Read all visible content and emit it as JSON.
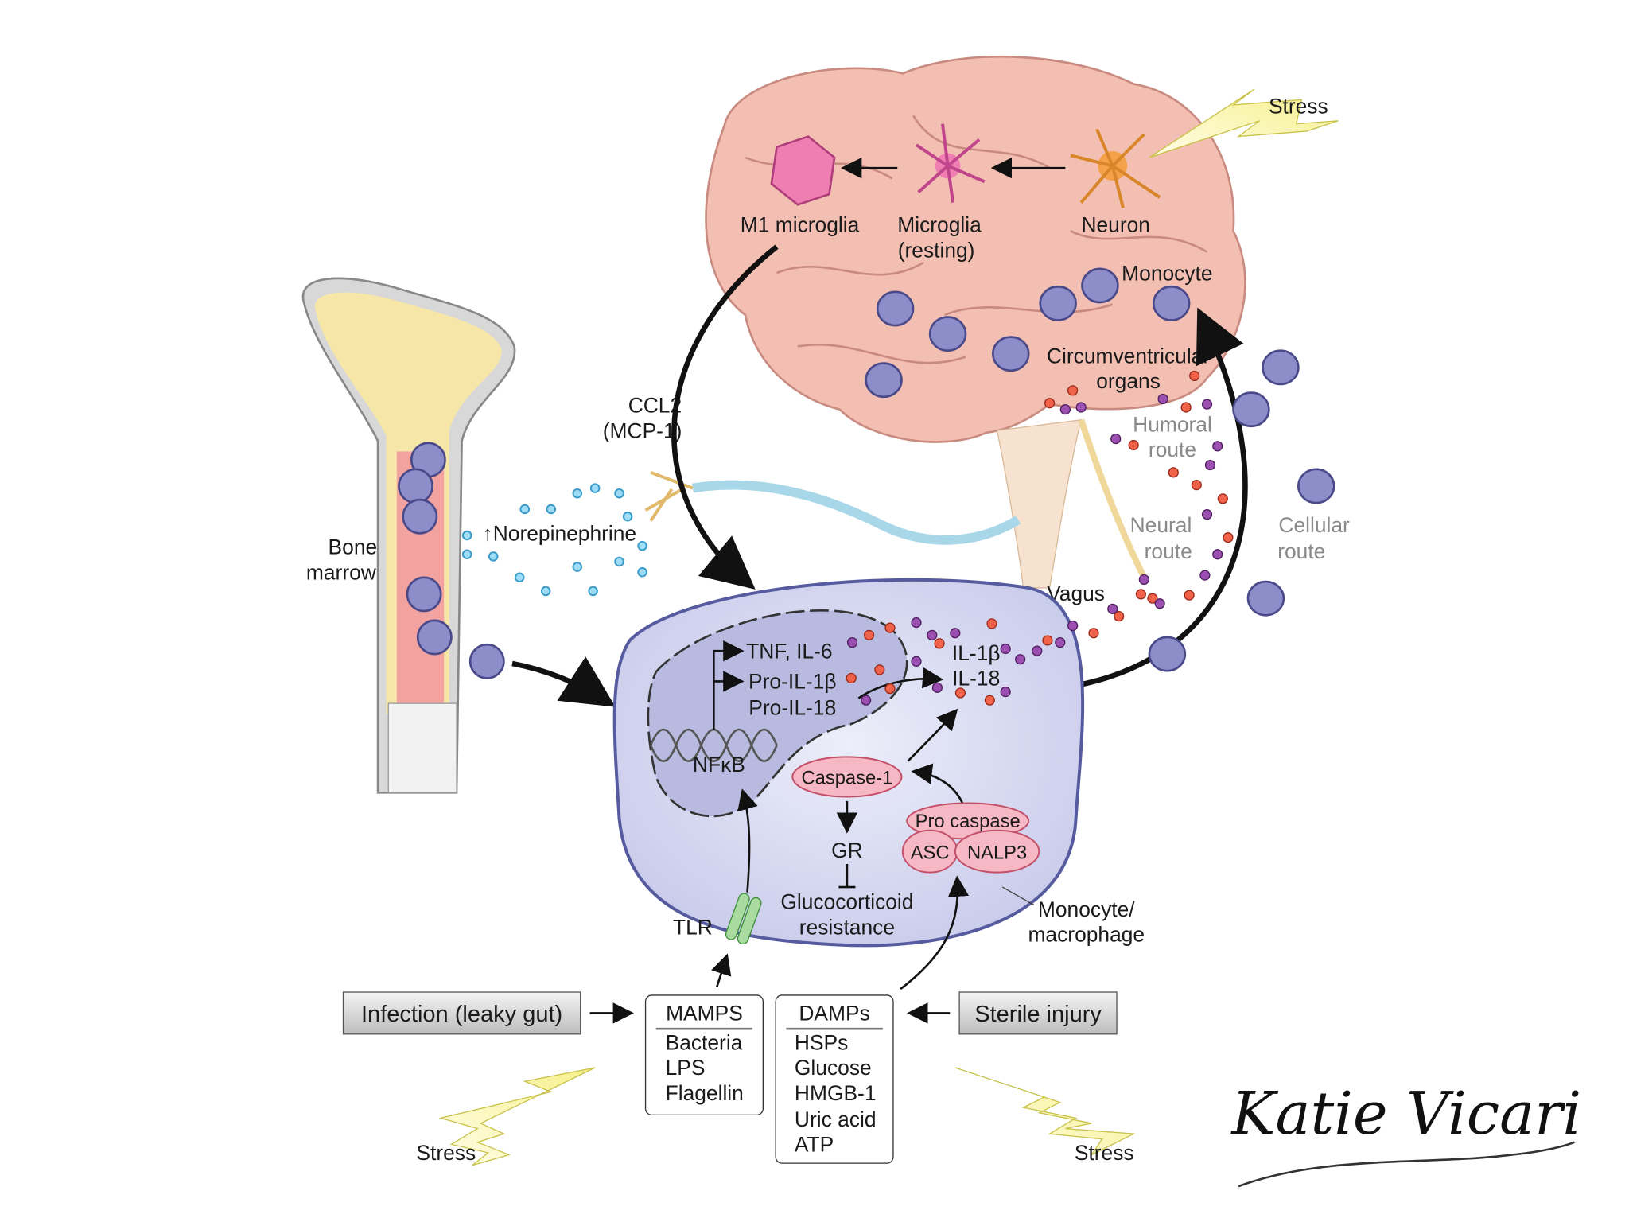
{
  "brain": {
    "stress": "Stress",
    "m1_microglia": "M1 microglia",
    "microglia_resting": [
      "Microglia",
      "(resting)"
    ],
    "neuron": "Neuron",
    "monocyte": "Monocyte",
    "circumventricular": [
      "Circumventricular",
      "organs"
    ],
    "humoral_route": [
      "Humoral",
      "route"
    ],
    "neural_route": [
      "Neural",
      "route"
    ],
    "cellular_route": [
      "Cellular",
      "route"
    ],
    "vagus": "Vagus"
  },
  "ccl2": [
    "CCL2",
    "(MCP-1)"
  ],
  "norepinephrine": "↑Norepinephrine",
  "bone_marrow": [
    "Bone",
    "marrow"
  ],
  "cell": {
    "tnf": "TNF, IL-6",
    "pro_il1b": "Pro-IL-1β",
    "pro_il18": "Pro-IL-18",
    "nfkb": "NFκB",
    "il1b": "IL-1β",
    "il18": "IL-18",
    "caspase1": "Caspase-1",
    "gr": "GR",
    "glucocorticoid": [
      "Glucocorticoid",
      "resistance"
    ],
    "pro_caspase": "Pro caspase",
    "asc": "ASC",
    "nalp3": "NALP3",
    "monocyte_macrophage": [
      "Monocyte/",
      "macrophage"
    ],
    "tlr": "TLR"
  },
  "bottom": {
    "infection": "Infection (leaky gut)",
    "sterile": "Sterile injury",
    "mamps": {
      "title": "MAMPS",
      "items": [
        "Bacteria",
        "LPS",
        "Flagellin"
      ]
    },
    "damps": {
      "title": "DAMPs",
      "items": [
        "HSPs",
        "Glucose",
        "HMGB-1",
        "Uric acid",
        "ATP"
      ]
    },
    "stress_left": "Stress",
    "stress_right": "Stress"
  },
  "signature": "Katie Vicari",
  "colors": {
    "brain": "#f3bfb3",
    "cell": "#d4d6ef",
    "monocyte": "#8d8ec9",
    "pink": "#f5b8c4",
    "bolt": "#f7f29a"
  }
}
